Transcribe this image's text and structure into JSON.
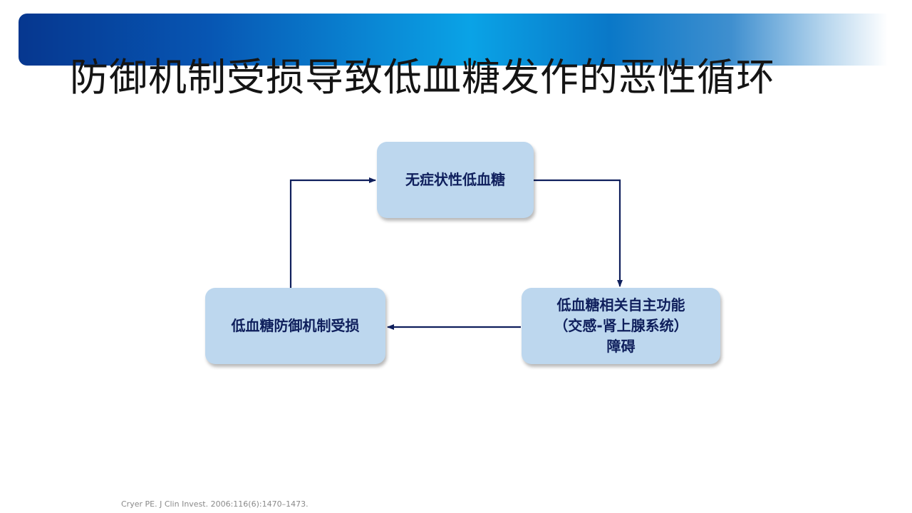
{
  "slide": {
    "title": "防御机制受损导致低血糖发作的恶性循环",
    "citation": "Cryer PE. J Clin Invest. 2006:116(6):1470–1473."
  },
  "diagram": {
    "nodes": {
      "top": {
        "label": "无症状性低血糖"
      },
      "right": {
        "lines": [
          "低血糖相关自主功能",
          "（交感-肾上腺系统）",
          "障碍"
        ]
      },
      "left": {
        "label": "低血糖防御机制受损"
      }
    },
    "edges": [
      {
        "from": "top",
        "to": "right"
      },
      {
        "from": "right",
        "to": "left"
      },
      {
        "from": "left",
        "to": "top"
      }
    ]
  },
  "colors": {
    "node_fill": "#bdd7ee",
    "node_text": "#0f1f5c",
    "arrow": "#0f1f5c"
  }
}
